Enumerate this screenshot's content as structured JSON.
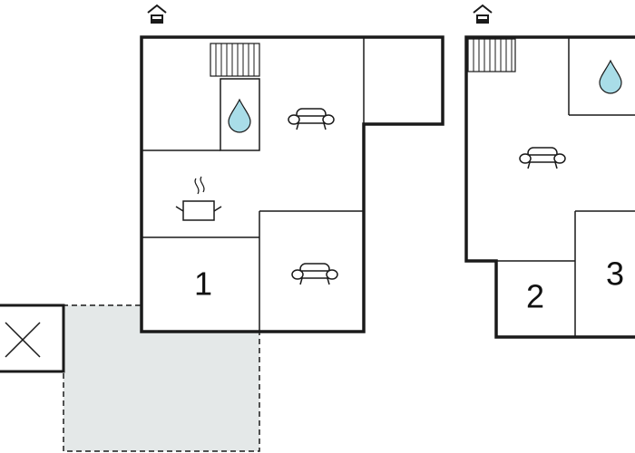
{
  "floor_plan": {
    "rooms": [
      {
        "id": "bedroom-1",
        "label": "1"
      },
      {
        "id": "bedroom-2",
        "label": "2"
      },
      {
        "id": "bedroom-3",
        "label": "3"
      }
    ],
    "symbols": [
      "entrance-icon",
      "stairs-icon",
      "water-drop-icon",
      "sofa-icon",
      "cooking-pot-icon",
      "window-cross-icon"
    ],
    "colors": {
      "wall": "#1a1a1a",
      "terrace_fill": "#e4e8e8",
      "water_drop": "#a9dde8",
      "background": "#ffffff"
    }
  }
}
